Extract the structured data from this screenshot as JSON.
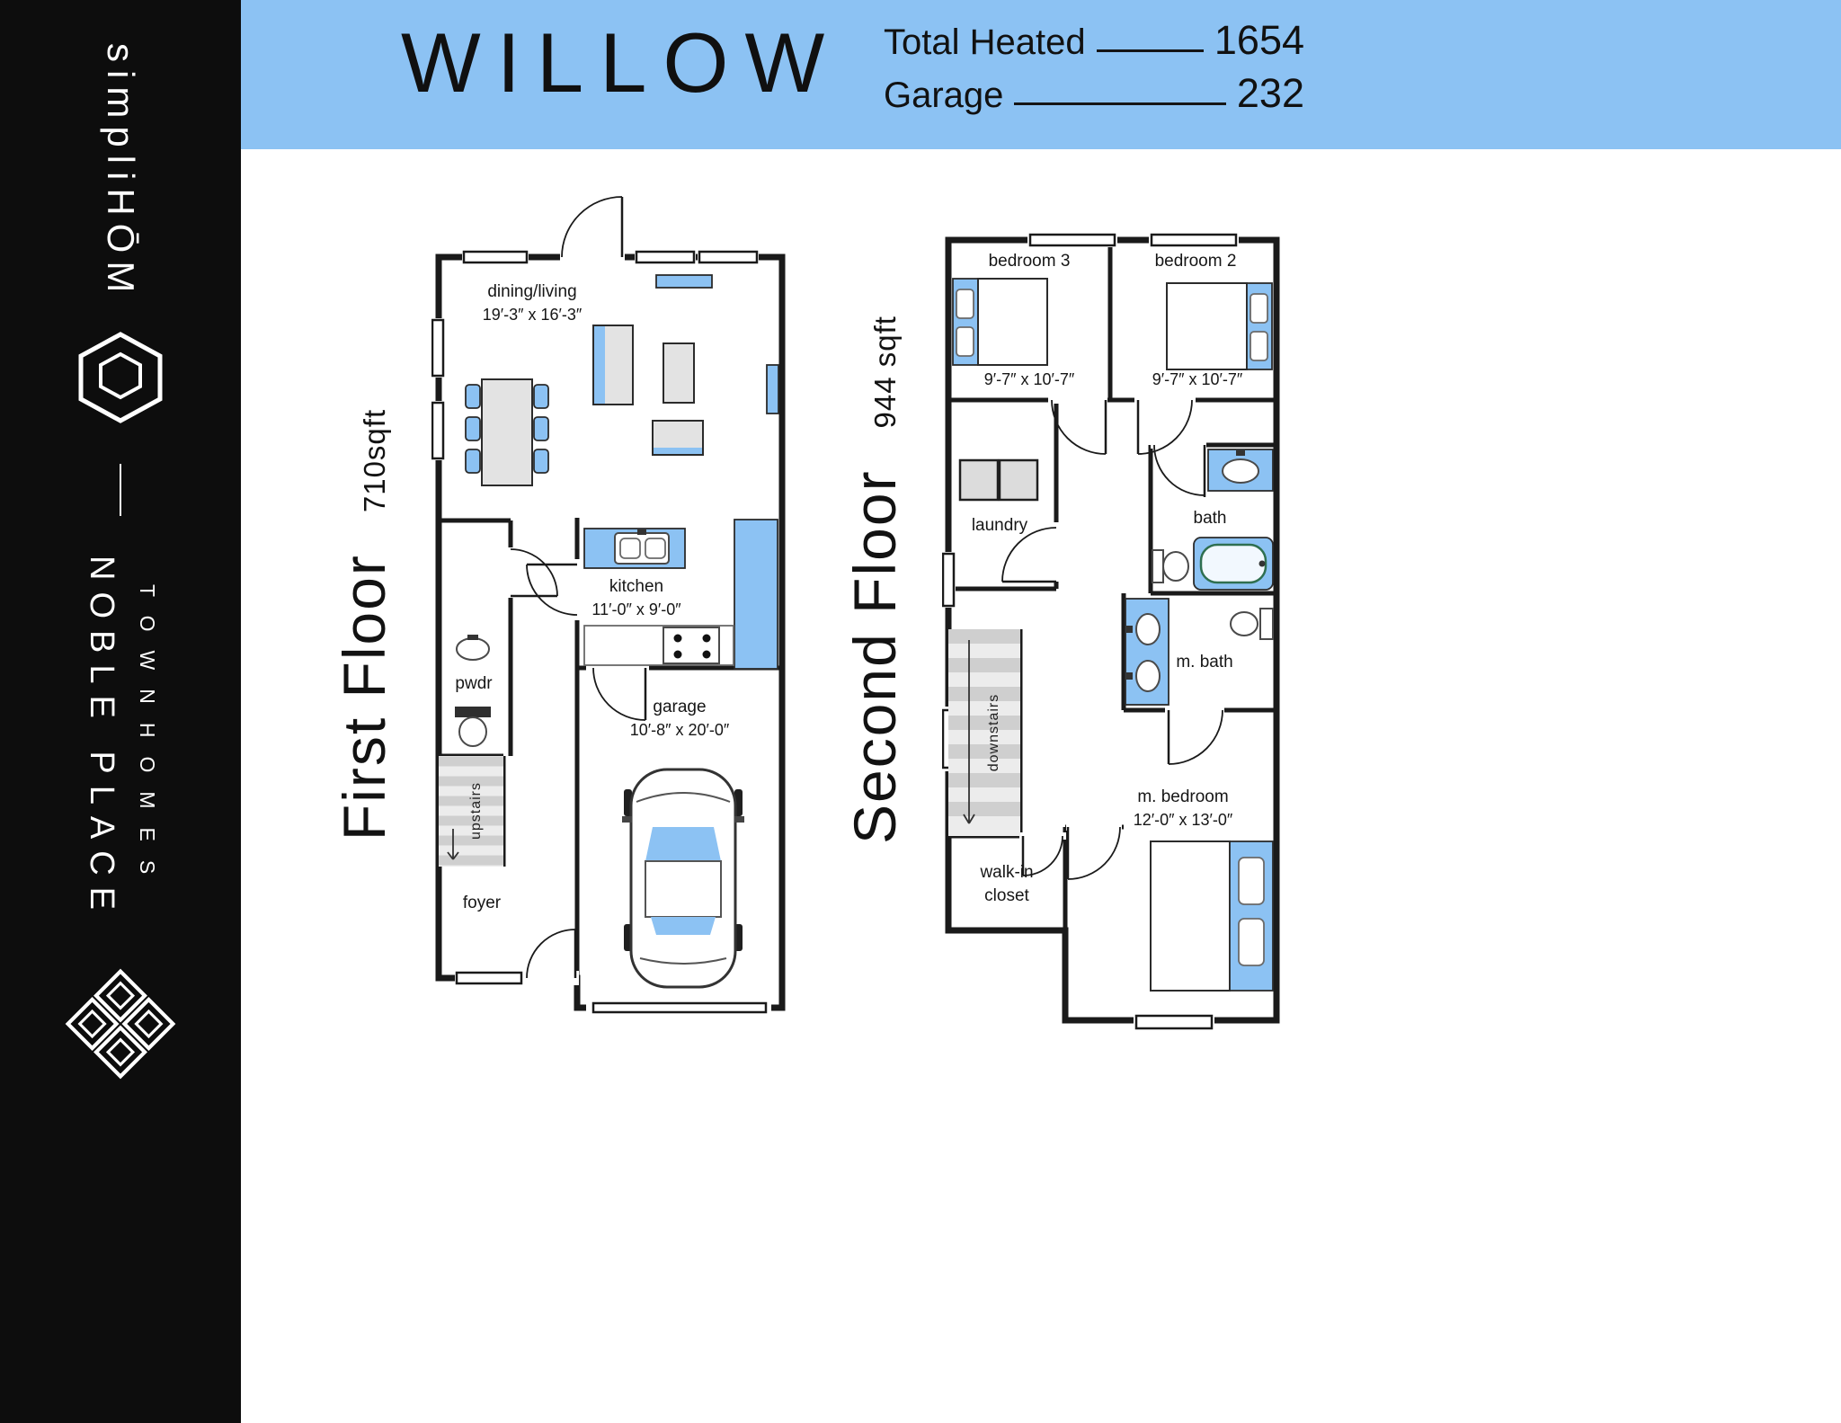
{
  "sidebar": {
    "brand": "simpliHŌM",
    "community_name": "NOBLE PLACE",
    "community_type": "TOWNHOMES"
  },
  "header": {
    "plan_name": "WILLOW",
    "stats": [
      {
        "label": "Total Heated",
        "value": "1654"
      },
      {
        "label": "Garage",
        "value": "232"
      }
    ]
  },
  "floors": {
    "first": {
      "title": "First Floor",
      "area": "710sqft",
      "rooms": {
        "dining_living": {
          "label": "dining/living",
          "dims": "19′-3″ x 16′-3″"
        },
        "kitchen": {
          "label": "kitchen",
          "dims": "11′-0″ x 9′-0″"
        },
        "pwdr": {
          "label": "pwdr"
        },
        "stairs": {
          "label": "upstairs"
        },
        "foyer": {
          "label": "foyer"
        },
        "garage": {
          "label": "garage",
          "dims": "10′-8″ x 20′-0″"
        }
      }
    },
    "second": {
      "title": "Second Floor",
      "area": "944 sqft",
      "rooms": {
        "bedroom3": {
          "label": "bedroom 3",
          "dims": "9′-7″ x 10′-7″"
        },
        "bedroom2": {
          "label": "bedroom 2",
          "dims": "9′-7″ x 10′-7″"
        },
        "laundry": {
          "label": "laundry"
        },
        "bath": {
          "label": "bath"
        },
        "m_bath": {
          "label": "m. bath"
        },
        "stairs": {
          "label": "downstairs"
        },
        "walk_in_closet": {
          "label_line1": "walk-in",
          "label_line2": "closet"
        },
        "m_bedroom": {
          "label": "m. bedroom",
          "dims": "12′-0″ x 13′-0″"
        }
      }
    }
  },
  "colors": {
    "accent_blue": "#8cc2f3",
    "sidebar_black": "#0d0d0d",
    "wall_black": "#1a1a1a",
    "tub_green": "#2f6f50",
    "furniture_gray": "#e3e3e3"
  }
}
